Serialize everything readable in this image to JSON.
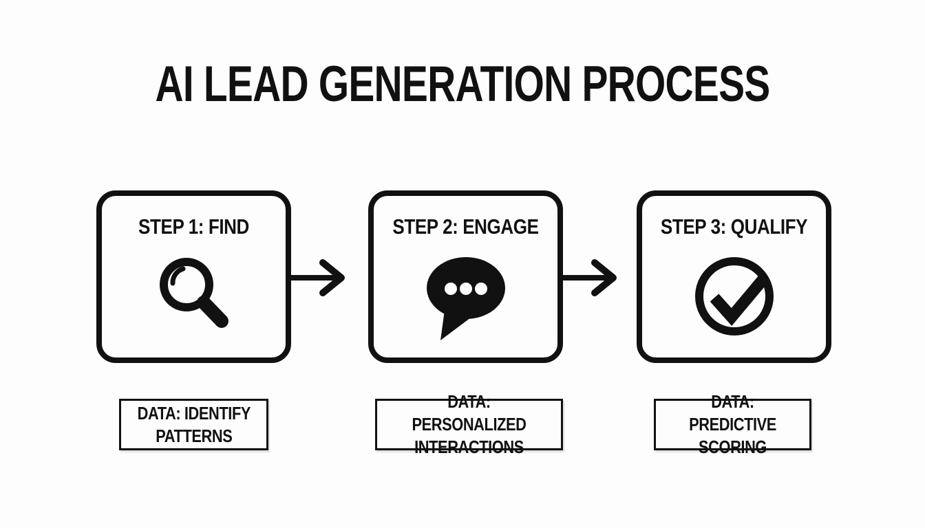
{
  "title": "AI LEAD GENERATION PROCESS",
  "colors": {
    "ink": "#111111",
    "background": "#fdfdfd"
  },
  "steps": [
    {
      "label": "STEP 1: FIND",
      "icon": "magnifier-search-icon",
      "data_note": "DATA: IDENTIFY\nPATTERNS"
    },
    {
      "label": "STEP 2: ENGAGE",
      "icon": "speech-bubble-icon",
      "data_note": "DATA: PERSONALIZED\nINTERACTIONS"
    },
    {
      "label": "STEP 3: QUALIFY",
      "icon": "check-circle-icon",
      "data_note": "DATA: PREDICTIVE\nSCORING"
    }
  ],
  "connectors": [
    {
      "type": "arrow-right"
    },
    {
      "type": "arrow-right"
    }
  ]
}
